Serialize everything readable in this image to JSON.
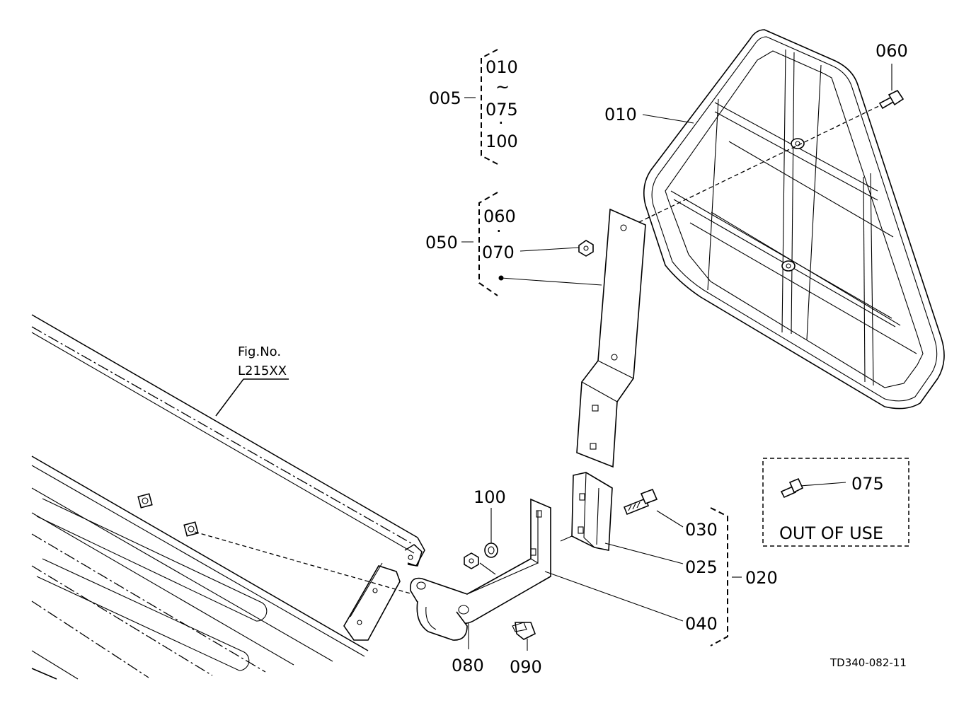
{
  "group_labels": {
    "g005": {
      "ref": "005",
      "items": [
        "010",
        "~",
        "075",
        "·",
        "100"
      ]
    },
    "g050": {
      "ref": "050",
      "items": [
        "060",
        "·",
        "070",
        "•"
      ]
    },
    "g020": {
      "ref": "020"
    }
  },
  "callouts": {
    "c060_top": "060",
    "c010": "010",
    "c070": "070",
    "c100": "100",
    "c030": "030",
    "c025": "025",
    "c040": "040",
    "c080": "080",
    "c090": "090",
    "c075": "075"
  },
  "figure_ref": {
    "line1": "Fig.No.",
    "line2": "L215XX"
  },
  "out_of_use": {
    "label": "OUT OF USE"
  },
  "drawing_code": "TD340-082-11"
}
